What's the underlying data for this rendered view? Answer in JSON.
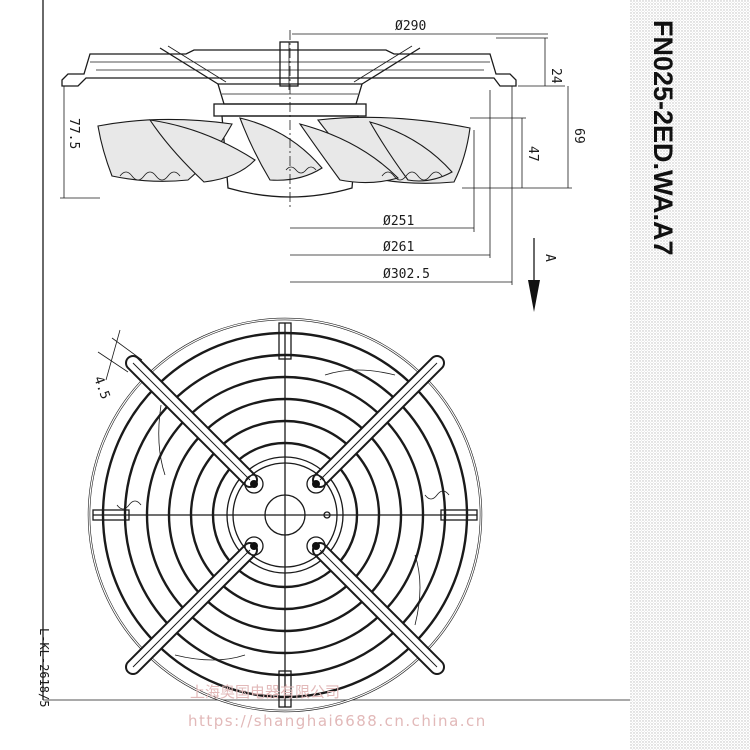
{
  "model": "FN025-2ED.WA.A7",
  "drawing_code": "L-KL-2618/5",
  "direction_label": "A",
  "dimensions": {
    "d290": "Ø290",
    "d251": "Ø251",
    "d261": "Ø261",
    "d302": "Ø302.5",
    "h24": "24",
    "h47": "47",
    "h69": "69",
    "h77": "77.5",
    "slot": "4.5"
  },
  "watermark": {
    "company": "上海奥国电器有限公司",
    "url": "https://shanghai6688.cn.china.cn"
  }
}
